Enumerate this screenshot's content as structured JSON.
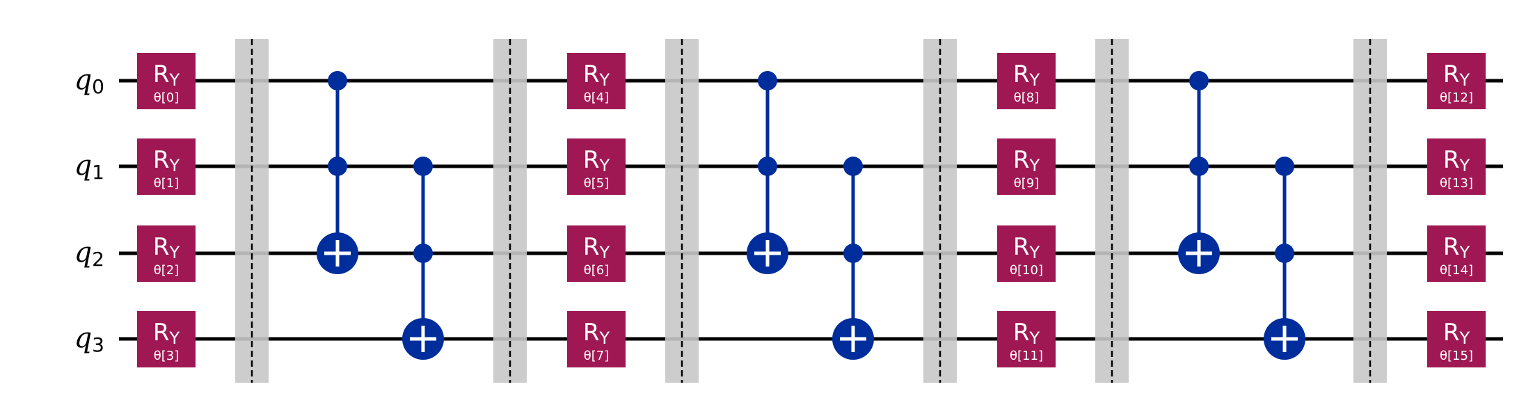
{
  "colors": {
    "wire": "#000000",
    "ry_gate": "#9f1853",
    "cx_gate": "#002d9c",
    "barrier": "#c8c8c8",
    "gate_text": "#ffffff"
  },
  "qubits": [
    {
      "name": "q",
      "index": "0"
    },
    {
      "name": "q",
      "index": "1"
    },
    {
      "name": "q",
      "index": "2"
    },
    {
      "name": "q",
      "index": "3"
    }
  ],
  "operations": [
    {
      "type": "ry-layer",
      "label": "R",
      "sub": "Y",
      "params": [
        "θ[0]",
        "θ[1]",
        "θ[2]",
        "θ[3]"
      ]
    },
    {
      "type": "barrier"
    },
    {
      "type": "cx",
      "controls": [
        0,
        1
      ],
      "target": 2
    },
    {
      "type": "cx",
      "controls": [
        1,
        2
      ],
      "target": 3
    },
    {
      "type": "barrier"
    },
    {
      "type": "ry-layer",
      "label": "R",
      "sub": "Y",
      "params": [
        "θ[4]",
        "θ[5]",
        "θ[6]",
        "θ[7]"
      ]
    },
    {
      "type": "barrier"
    },
    {
      "type": "cx",
      "controls": [
        0,
        1
      ],
      "target": 2
    },
    {
      "type": "cx",
      "controls": [
        1,
        2
      ],
      "target": 3
    },
    {
      "type": "barrier"
    },
    {
      "type": "ry-layer",
      "label": "R",
      "sub": "Y",
      "params": [
        "θ[8]",
        "θ[9]",
        "θ[10]",
        "θ[11]"
      ]
    },
    {
      "type": "barrier"
    },
    {
      "type": "cx",
      "controls": [
        0,
        1
      ],
      "target": 2
    },
    {
      "type": "cx",
      "controls": [
        1,
        2
      ],
      "target": 3
    },
    {
      "type": "barrier"
    },
    {
      "type": "ry-layer",
      "label": "R",
      "sub": "Y",
      "params": [
        "θ[12]",
        "θ[13]",
        "θ[14]",
        "θ[15]"
      ]
    }
  ]
}
